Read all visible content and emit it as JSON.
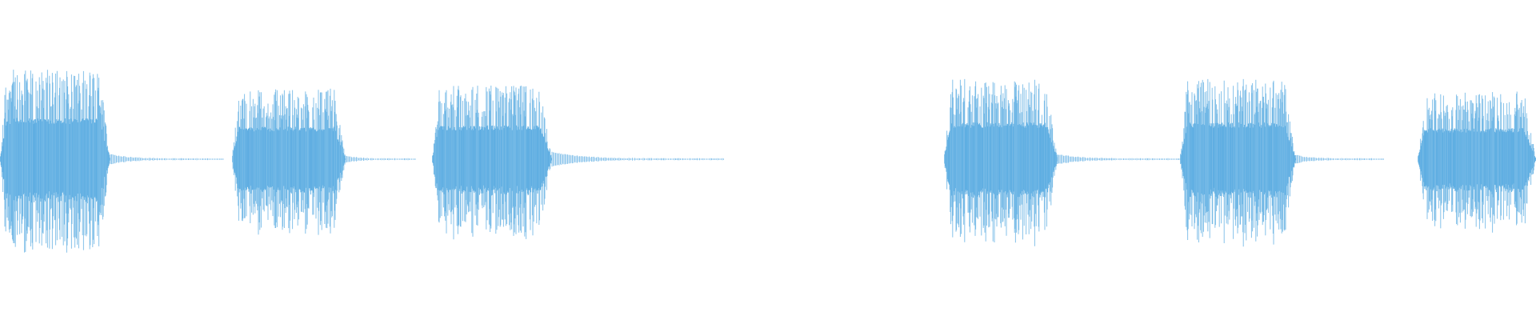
{
  "colors": {
    "background": "#ffffff",
    "waveform": "#5dade2"
  },
  "waveform": {
    "bursts": [
      {
        "amplitude": 0.95,
        "decay_tail": 0.8
      },
      {
        "amplitude": 0.75,
        "decay_tail": 0.55
      },
      {
        "amplitude": 0.78,
        "decay_tail": 1.2
      },
      {
        "amplitude": 0.85,
        "decay_tail": 0.8
      },
      {
        "amplitude": 0.85,
        "decay_tail": 0.65
      },
      {
        "amplitude": 0.72,
        "decay_tail": 0.0
      }
    ]
  }
}
